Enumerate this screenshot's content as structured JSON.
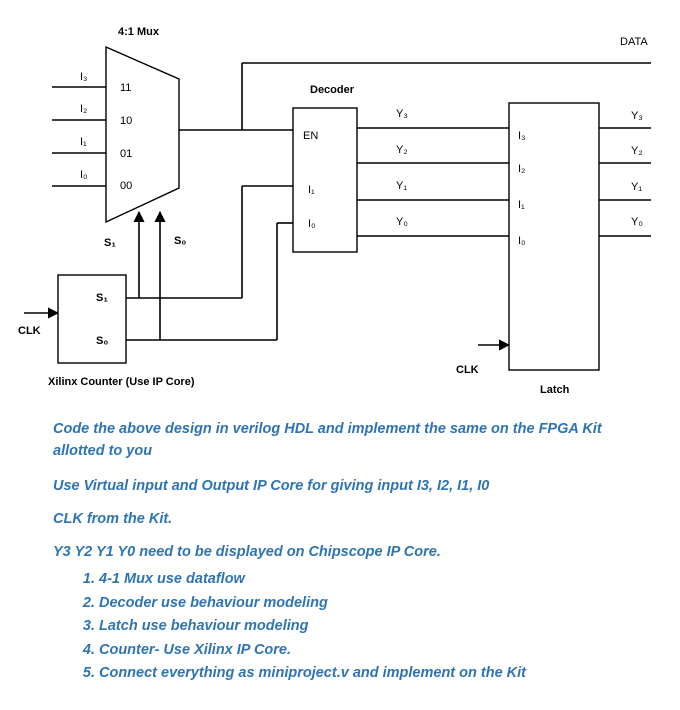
{
  "diagram": {
    "mux": {
      "title": "4:1 Mux",
      "inputs": [
        {
          "label": "I₃",
          "code": "11"
        },
        {
          "label": "I₂",
          "code": "10"
        },
        {
          "label": "I₁",
          "code": "01"
        },
        {
          "label": "I₀",
          "code": "00"
        }
      ],
      "select_s1": "S₁",
      "select_s0": "S₀"
    },
    "counter": {
      "out_s1": "S₁",
      "out_s0": "S₀",
      "clk": "CLK",
      "caption": "Xilinx Counter (Use IP Core)"
    },
    "decoder": {
      "title": "Decoder",
      "enable": "EN",
      "inputs": [
        "I₁",
        "I₀"
      ],
      "outputs": [
        "Y₃",
        "Y₂",
        "Y₁",
        "Y₀"
      ]
    },
    "latch": {
      "title": "Latch",
      "inputs": [
        "I₃",
        "I₂",
        "I₁",
        "I₀"
      ],
      "outputs": [
        "Y₃",
        "Y₂",
        "Y₁",
        "Y₀"
      ],
      "clk": "CLK"
    },
    "data_label": "DATA"
  },
  "instructions": {
    "line1": "Code the above design in verilog HDL and implement the same on the FPGA Kit allotted to you",
    "line2": "Use Virtual input and Output IP Core for giving input I3, I2, I1, I0",
    "line3": "CLK from the Kit.",
    "line4": "Y3 Y2 Y1 Y0 need to be displayed on Chipscope IP Core.",
    "steps": [
      "4-1 Mux use dataflow",
      "Decoder use behaviour modeling",
      "Latch use behaviour modeling",
      "Counter- Use Xilinx IP Core.",
      "Connect everything as miniproject.v and implement on the Kit"
    ]
  }
}
